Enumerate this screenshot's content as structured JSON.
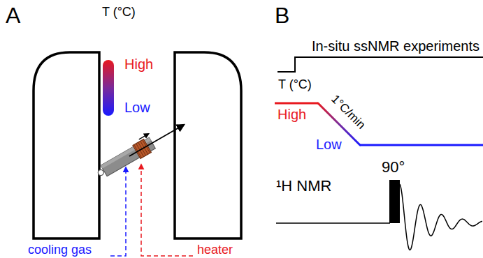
{
  "diagram": {
    "labels": [
      "A",
      "T (°C)",
      "High",
      "Low",
      "cooling gas",
      "heater",
      "B",
      "In-situ ssNMR experiments",
      "T (°C)",
      "High",
      "1°C/min",
      "Low",
      "90°",
      "¹H NMR"
    ]
  }
}
